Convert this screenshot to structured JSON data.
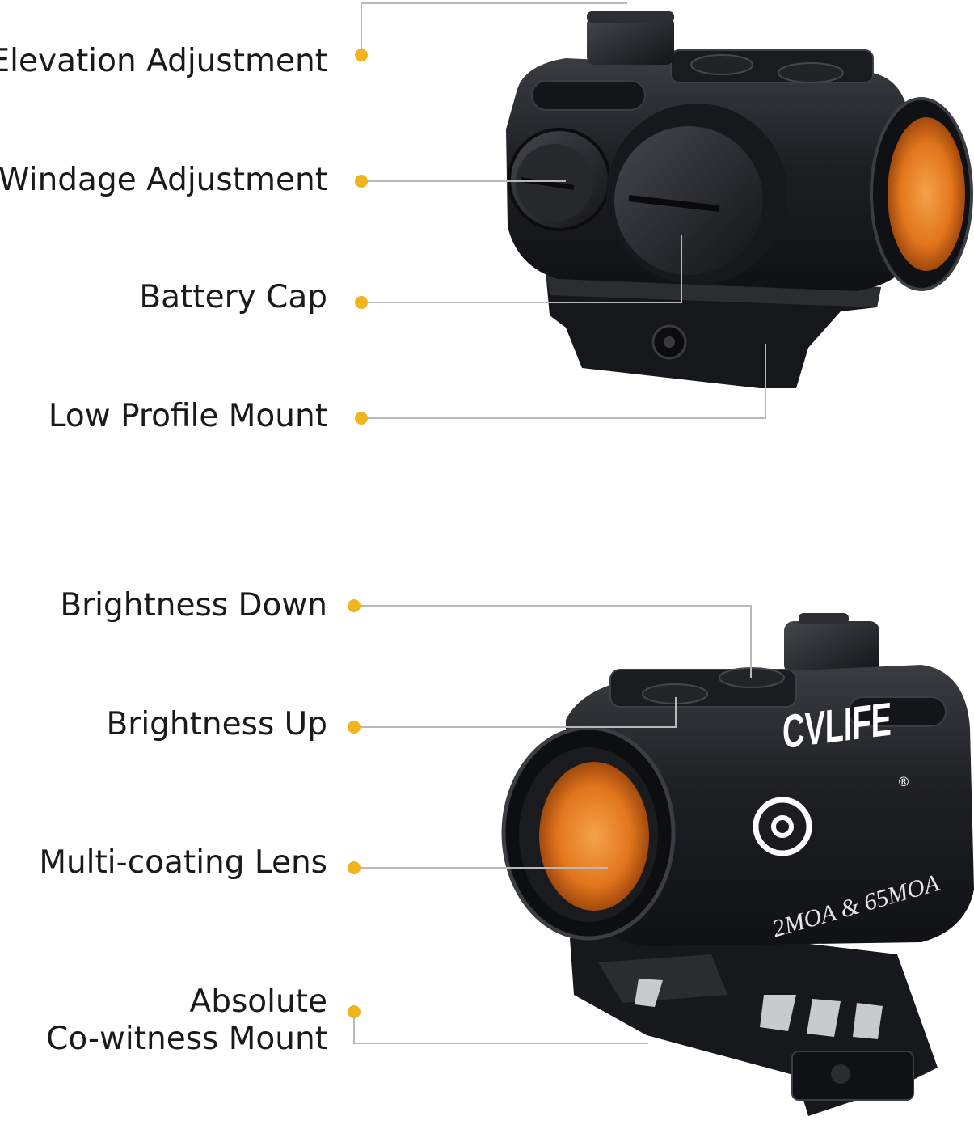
{
  "colors": {
    "accent_dot": "#f0b41e",
    "leader_line": "#b8b8b8",
    "scope_body": "#1c1d20",
    "lens": "#e2761c"
  },
  "top_view": {
    "callouts": [
      {
        "label": "Elevation Adjustment"
      },
      {
        "label": "Windage Adjustment"
      },
      {
        "label": "Battery Cap"
      },
      {
        "label": "Low Profile Mount"
      }
    ]
  },
  "bottom_view": {
    "callouts": [
      {
        "label": "Brightness Down"
      },
      {
        "label": "Brightness Up"
      },
      {
        "label": "Multi-coating Lens"
      },
      {
        "label": "Absolute",
        "label_line2": "Co-witness Mount"
      }
    ],
    "brand": "CVLIFE",
    "registered_mark": "®",
    "engraving": "2MOA & 65MOA"
  }
}
